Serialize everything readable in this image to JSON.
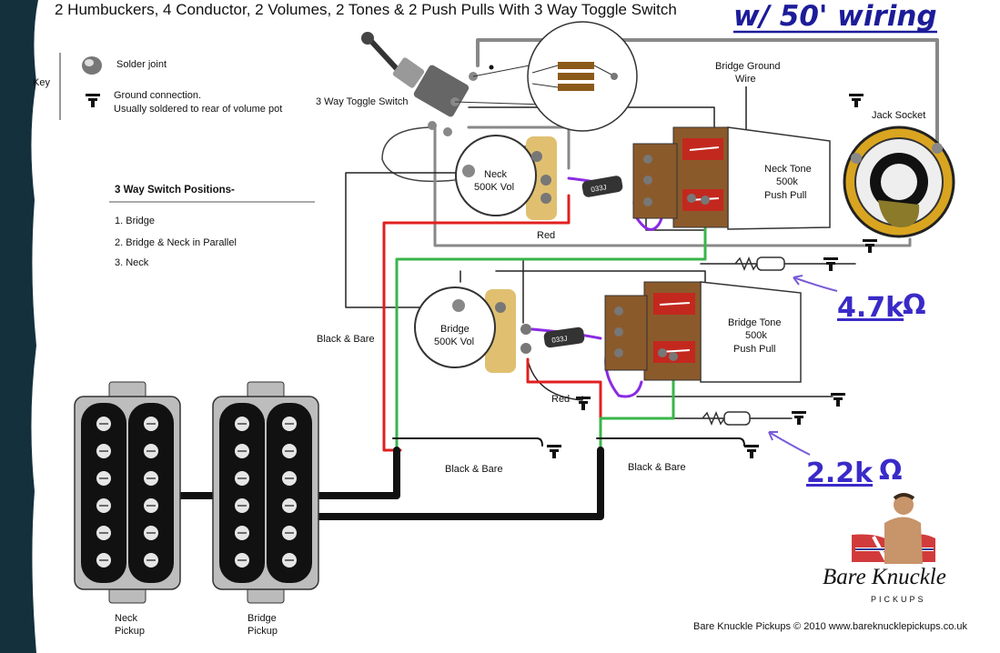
{
  "header": {
    "title": "2 Humbuckers, 4 Conductor, 2 Volumes, 2 Tones & 2 Push Pulls With 3 Way Toggle Switch",
    "annotation": "w/ 50' wiring"
  },
  "key": {
    "label": "Key",
    "solder_joint": "Solder joint",
    "ground_line1": "Ground connection.",
    "ground_line2": "Usually soldered to rear of volume pot"
  },
  "switch_positions": {
    "title": "3 Way Switch Positions-",
    "items": [
      "1. Bridge",
      "2. Bridge & Neck in Parallel",
      "3. Neck"
    ]
  },
  "components": {
    "toggle": "3 Way Toggle Switch",
    "bridge_ground_l1": "Bridge Ground",
    "bridge_ground_l2": "Wire",
    "jack": "Jack Socket",
    "neck_vol_l1": "Neck",
    "neck_vol_l2": "500K Vol",
    "bridge_vol_l1": "Bridge",
    "bridge_vol_l2": "500K Vol",
    "neck_tone_l1": "Neck Tone",
    "neck_tone_l2": "500k",
    "neck_tone_l3": "Push Pull",
    "bridge_tone_l1": "Bridge Tone",
    "bridge_tone_l2": "500k",
    "bridge_tone_l3": "Push Pull",
    "cap_label": "033J"
  },
  "wire_labels": {
    "red_top": "Red",
    "red_bottom": "Red",
    "black_bare_left": "Black & Bare",
    "black_bare_mid": "Black & Bare",
    "black_bare_right": "Black & Bare"
  },
  "resistors": {
    "top_value": "4.7k",
    "bottom_value": "2.2k",
    "unit_symbol": "Ω"
  },
  "pickups": {
    "neck_l1": "Neck",
    "neck_l2": "Pickup",
    "bridge_l1": "Bridge",
    "bridge_l2": "Pickup"
  },
  "brand": {
    "name": "Bare Knuckle",
    "sub": "PICKUPS",
    "footer": "Bare Knuckle Pickups © 2010   www.bareknucklepickups.co.uk"
  },
  "colors": {
    "background": "#ffffff",
    "left_border": "#14303d",
    "wire_red": "#e02020",
    "wire_green": "#39b54a",
    "wire_black": "#111111",
    "wire_grey": "#888888",
    "purple": "#8a2be2",
    "tone_pot_red": "#c3281e",
    "handwriting": "#1c1c9a"
  }
}
